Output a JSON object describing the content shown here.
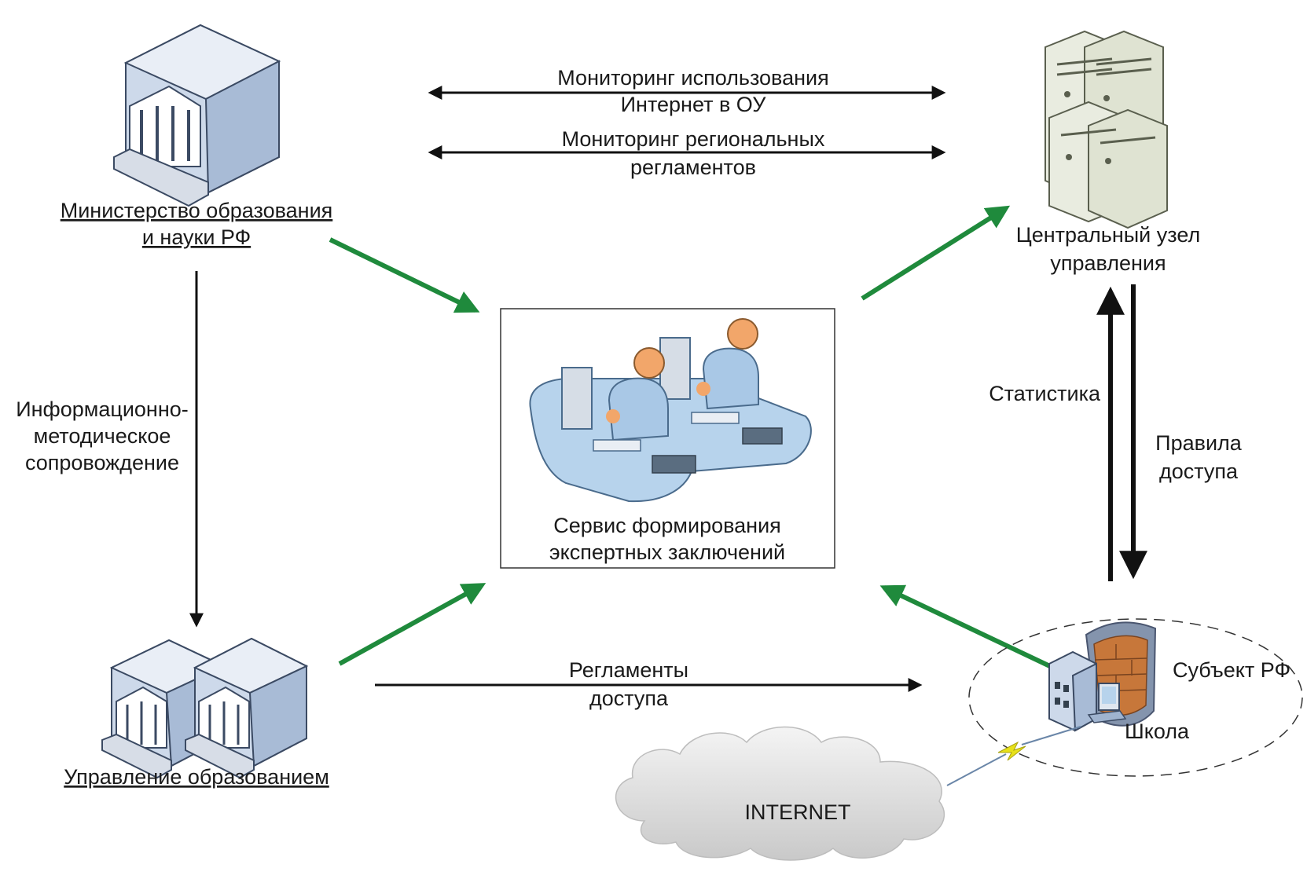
{
  "nodes": {
    "ministry": {
      "line1": "Министерство образования",
      "line2": "и науки РФ"
    },
    "central": {
      "line1": "Центральный узел",
      "line2": "управления"
    },
    "service": {
      "line1": "Сервис формирования",
      "line2": "экспертных заключений"
    },
    "edu_admin": {
      "label": "Управление образованием"
    },
    "school": {
      "label": "Школа"
    },
    "subject": {
      "label": "Субъект РФ"
    },
    "internet": {
      "label": "INTERNET"
    }
  },
  "links": {
    "monitoring_internet": {
      "line1": "Мониторинг использования",
      "line2": "Интернет в ОУ"
    },
    "monitoring_regulations": {
      "line1": "Мониторинг региональных",
      "line2": "регламентов"
    },
    "info_support": {
      "line1": "Информационно-",
      "line2": "методическое",
      "line3": "сопровождение"
    },
    "statistics": {
      "label": "Статистика"
    },
    "access_rules": {
      "line1": "Правила",
      "line2": "доступа"
    },
    "access_regulations": {
      "line1": "Регламенты",
      "line2": "доступа"
    }
  },
  "colors": {
    "arrow_black": "#111111",
    "arrow_green": "#1f8a3c",
    "building_face": "#cdd9ea",
    "building_side": "#9fb3cf",
    "server_face": "#e9ece0",
    "person_skin": "#f2a66a",
    "person_body": "#a9c8e6",
    "firewall": "#c7773a",
    "shield": "#8494ad"
  }
}
